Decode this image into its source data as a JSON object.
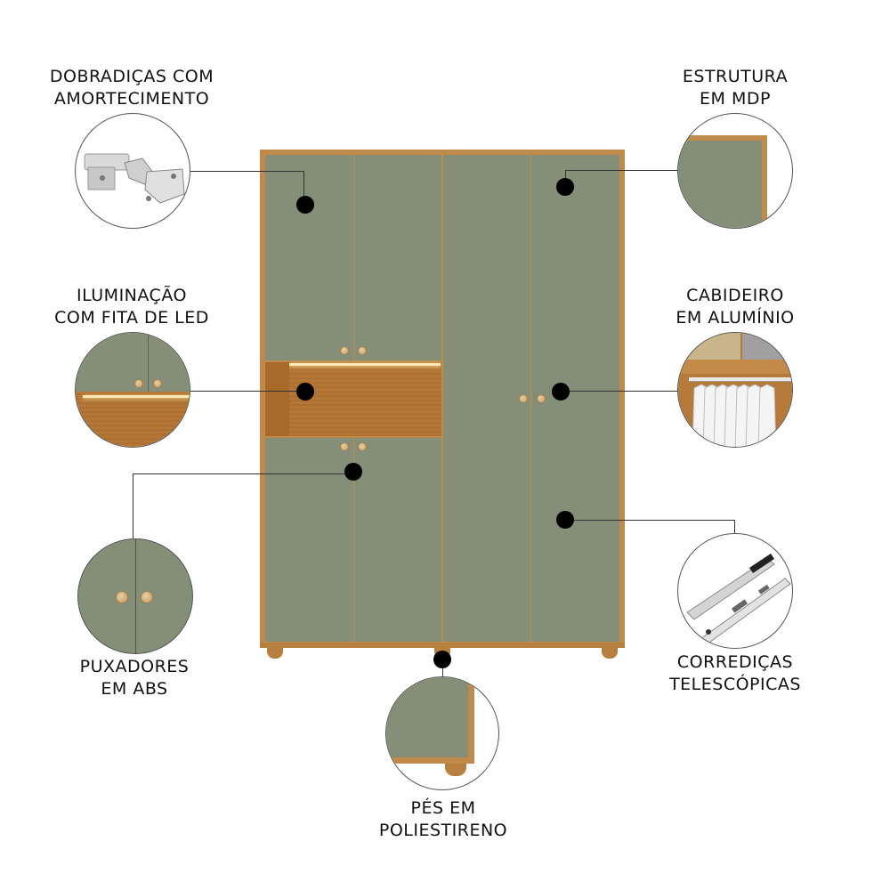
{
  "features": {
    "hinges": {
      "line1": "DOBRADIÇAS COM",
      "line2": "AMORTECIMENTO",
      "image": "soft-close-hinge"
    },
    "structure": {
      "line1": "ESTRUTURA",
      "line2": "EM MDP",
      "image": "mdp-corner-detail"
    },
    "led": {
      "line1": "ILUMINAÇÃO",
      "line2": "COM FITA DE LED",
      "image": "led-strip-niche"
    },
    "hanger": {
      "line1": "CABIDEIRO",
      "line2": "EM ALUMÍNIO",
      "image": "aluminum-hanger-rod"
    },
    "handles": {
      "line1": "PUXADORES",
      "line2": "EM ABS",
      "image": "abs-knob-handles"
    },
    "slides": {
      "line1": "CORREDIÇAS",
      "line2": "TELESCÓPICAS",
      "image": "telescopic-slides"
    },
    "feet": {
      "line1": "PÉS EM",
      "line2": "POLIESTIRENO",
      "image": "polystyrene-foot"
    }
  },
  "colors": {
    "panel_green": "#858f78",
    "wood_frame": "#c08a4a",
    "marker": "#000000",
    "text": "#111111"
  }
}
